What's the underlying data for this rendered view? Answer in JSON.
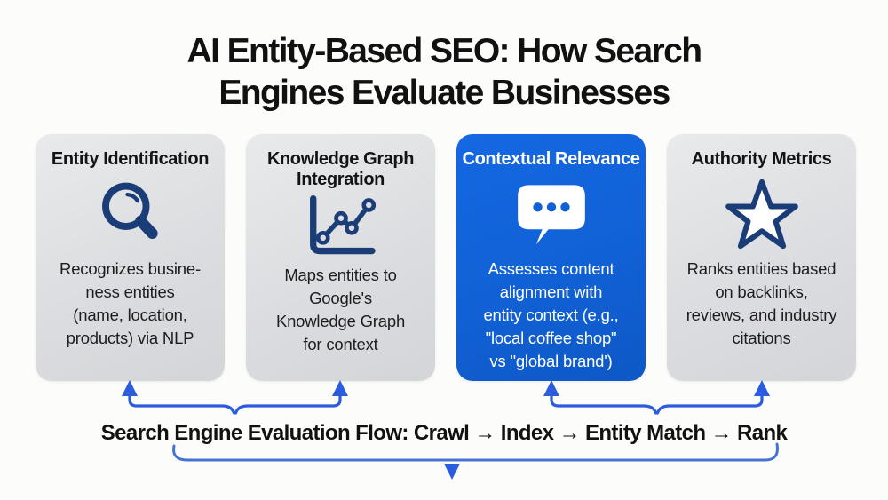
{
  "title": {
    "line1": "AI Entity-Based SEO: How Search",
    "line2": "Engines Evaluate Businesses"
  },
  "cards": [
    {
      "title_lines": [
        "Entity Identification"
      ],
      "icon": "magnifier-icon",
      "body_lines": [
        "Recognizes busine-",
        "ness entities",
        "(name, location,",
        "products) via NLP"
      ]
    },
    {
      "title_lines": [
        "Knowledge Graph",
        "Integration"
      ],
      "icon": "line-chart-icon",
      "body_lines": [
        "Maps entities to",
        "Google's",
        "Knowledge Graph",
        "for context"
      ]
    },
    {
      "title_lines": [
        "Contextual Relevance"
      ],
      "icon": "speech-bubble-icon",
      "body_lines": [
        "Assesses content",
        "alignment with",
        "entity context (e.g.,",
        "\"local coffee shop\"",
        "vs \"global brand')"
      ]
    },
    {
      "title_lines": [
        "Authority Metrics"
      ],
      "icon": "star-icon",
      "body_lines": [
        "Ranks entities based",
        "on backlinks,",
        "reviews, and industry",
        "citations"
      ]
    }
  ],
  "flow": {
    "caption": "Search Engine Evaluation Flow: Crawl → Index → Entity Match → Rank"
  },
  "colors": {
    "background": "#fcfcfb",
    "card_blue": "#1161d6",
    "icon_navy": "#1a3d78",
    "arrow_blue": "#2b5cdd",
    "brace_blue": "#4673d0",
    "text_ink": "#111111"
  }
}
